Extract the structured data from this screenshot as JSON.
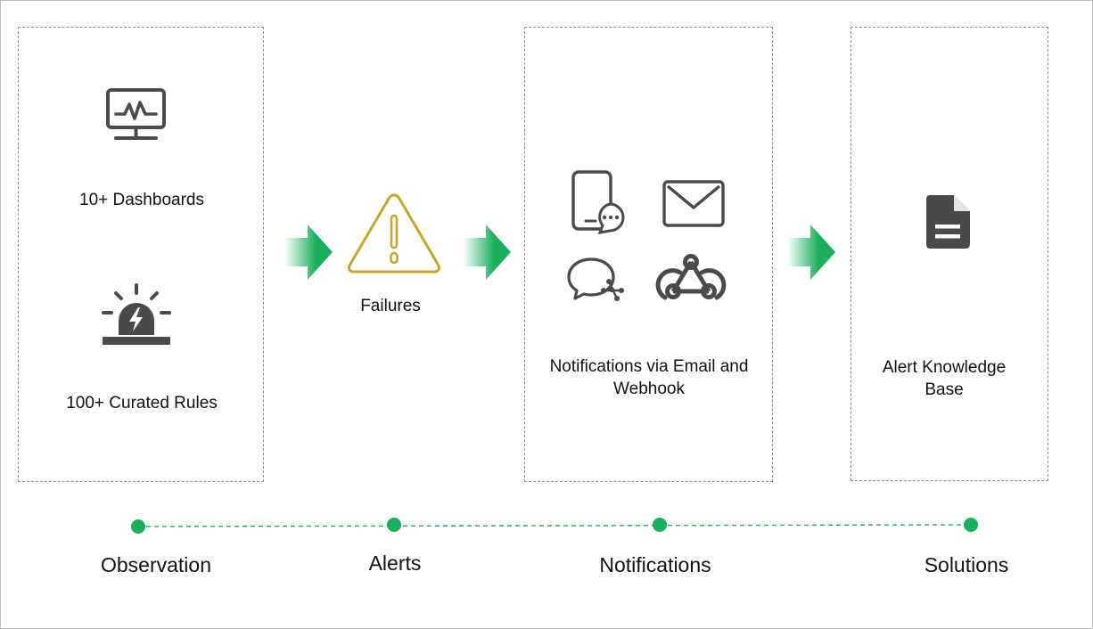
{
  "observation": {
    "dashboards_label": "10+ Dashboards",
    "rules_label": "100+ Curated Rules",
    "dashboard_icon": "monitor-pulse-icon",
    "rules_icon": "siren-icon"
  },
  "alerts": {
    "failures_label": "Failures",
    "warning_icon": "warning-triangle-icon"
  },
  "notifications": {
    "label": "Notifications via Email and Webhook",
    "icons": [
      "phone-chat-icon",
      "envelope-icon",
      "chat-bubble-icon",
      "webhook-icon"
    ]
  },
  "solutions": {
    "label": "Alert Knowledge Base",
    "document_icon": "document-icon"
  },
  "timeline": {
    "stages": [
      "Observation",
      "Alerts",
      "Notifications",
      "Solutions"
    ]
  },
  "colors": {
    "accent_green": "#1aaf5d",
    "warning_gold": "#c8a42a",
    "icon_dark": "#4a4a4a",
    "dashed_border": "#8c8c8c"
  }
}
